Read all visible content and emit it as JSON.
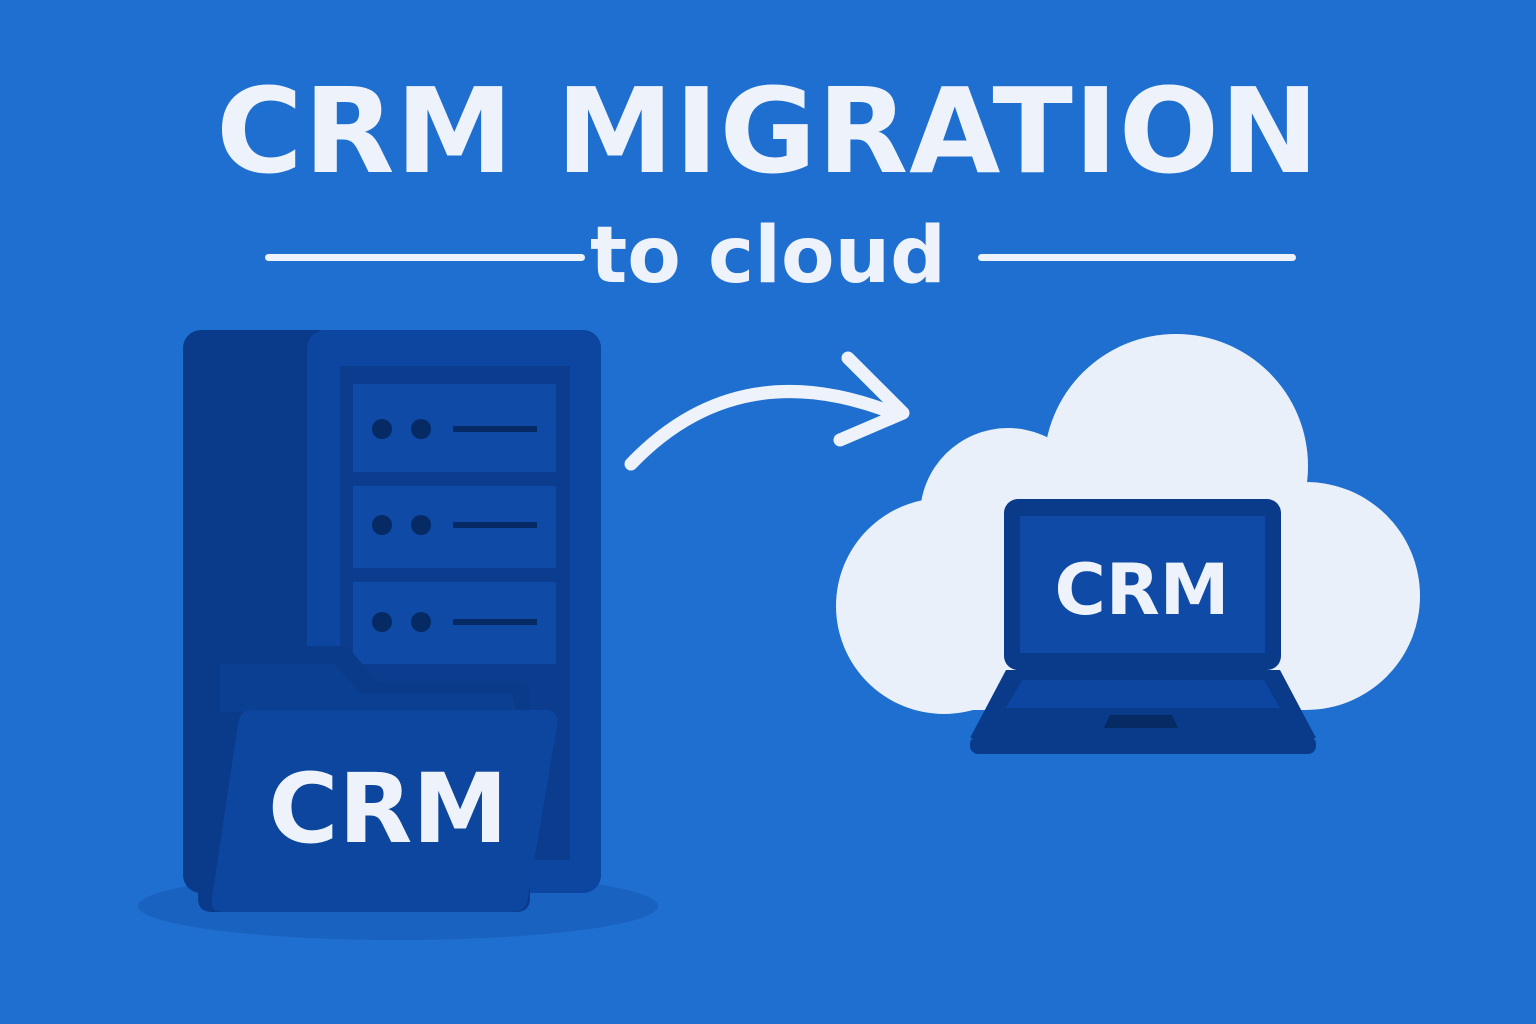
{
  "title": "CRM MIGRATION",
  "subtitle": "to cloud",
  "folder_label": "CRM",
  "laptop_label": "CRM",
  "colors": {
    "background": "#1f6fd0",
    "text": "#eef3fb",
    "cloud": "#eaf0fa",
    "server_dark": "#0a3a8a",
    "server_mid": "#0d46a0",
    "folder": "#0c469e"
  },
  "icons": [
    "server-rack-icon",
    "folder-icon",
    "curved-arrow-icon",
    "cloud-icon",
    "laptop-icon"
  ]
}
